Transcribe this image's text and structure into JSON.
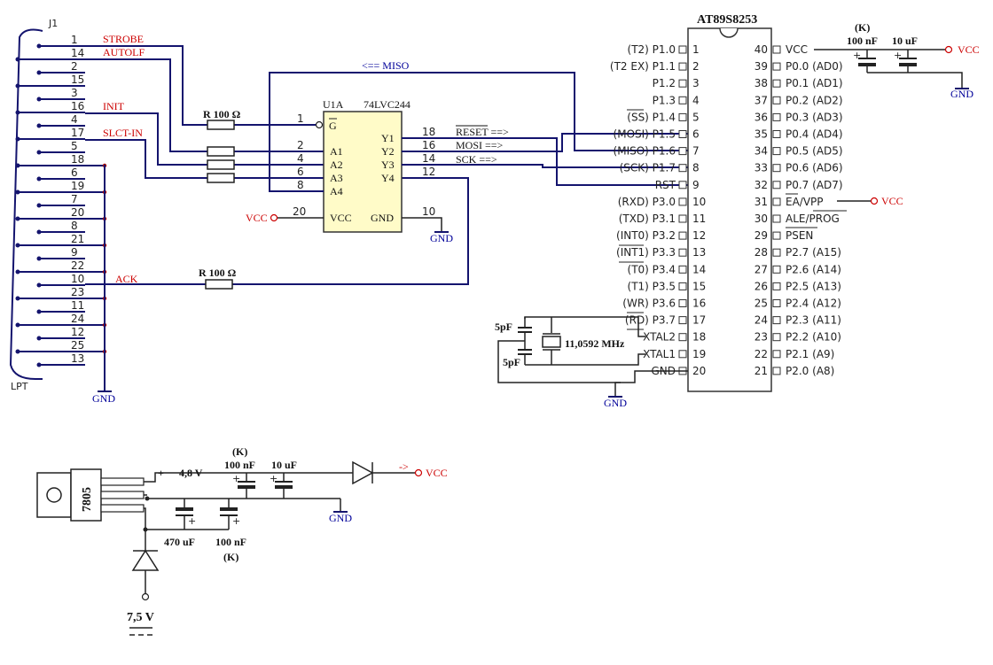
{
  "lpt": {
    "designator": "J1",
    "name": "LPT",
    "pins_left": [
      "1",
      "14",
      "2",
      "15",
      "3",
      "16",
      "4",
      "17",
      "5",
      "18",
      "6",
      "19",
      "7",
      "20",
      "8",
      "21",
      "9",
      "22",
      "10",
      "23",
      "11",
      "24",
      "12",
      "25",
      "13"
    ],
    "signals": {
      "strobe": "STROBE",
      "autolf": "AUTOLF",
      "init": "INIT",
      "slctin": "SLCT-IN",
      "ack": "ACK"
    }
  },
  "buffer": {
    "designator": "U1A",
    "part": "74LVC244",
    "gate": "G",
    "inputs": [
      "A1",
      "A2",
      "A3",
      "A4"
    ],
    "outputs": [
      "Y1",
      "Y2",
      "Y3",
      "Y4"
    ],
    "vcc": "VCC",
    "gnd": "GND",
    "pin_nums": {
      "g": "1",
      "a1": "2",
      "a2": "4",
      "a3": "6",
      "a4": "8",
      "vcc": "20",
      "gnd": "10",
      "y1": "18",
      "y2": "16",
      "y3": "14",
      "y4": "12"
    }
  },
  "resistors": {
    "r1": "R 100 Ω",
    "r2": "R 100 Ω"
  },
  "nets": {
    "miso": "<== MISO",
    "reset": "RESET ==>",
    "mosi": "MOSI ==>",
    "sck": "SCK ==>",
    "vcc": "VCC",
    "gnd": "GND"
  },
  "mcu": {
    "name": "AT89S8253",
    "left_pins": [
      {
        "label": "(T2) P1.0",
        "num": "1"
      },
      {
        "label": "(T2 EX) P1.1",
        "num": "2"
      },
      {
        "label": "P1.2",
        "num": "3"
      },
      {
        "label": "P1.3",
        "num": "4"
      },
      {
        "label": "(SS) P1.4",
        "num": "5"
      },
      {
        "label": "(MOSI) P1.5",
        "num": "6"
      },
      {
        "label": "(MISO) P1.6",
        "num": "7"
      },
      {
        "label": "(SCK) P1.7",
        "num": "8"
      },
      {
        "label": "RST",
        "num": "9"
      },
      {
        "label": "(RXD) P3.0",
        "num": "10"
      },
      {
        "label": "(TXD) P3.1",
        "num": "11"
      },
      {
        "label": "(INT0) P3.2",
        "num": "12"
      },
      {
        "label": "(INT1) P3.3",
        "num": "13"
      },
      {
        "label": "(T0) P3.4",
        "num": "14"
      },
      {
        "label": "(T1) P3.5",
        "num": "15"
      },
      {
        "label": "(WR) P3.6",
        "num": "16"
      },
      {
        "label": "(RD) P3.7",
        "num": "17"
      },
      {
        "label": "XTAL2",
        "num": "18"
      },
      {
        "label": "XTAL1",
        "num": "19"
      },
      {
        "label": "GND",
        "num": "20"
      }
    ],
    "right_pins": [
      {
        "label": "VCC",
        "num": "40"
      },
      {
        "label": "P0.0 (AD0)",
        "num": "39"
      },
      {
        "label": "P0.1 (AD1)",
        "num": "38"
      },
      {
        "label": "P0.2 (AD2)",
        "num": "37"
      },
      {
        "label": "P0.3 (AD3)",
        "num": "36"
      },
      {
        "label": "P0.4 (AD4)",
        "num": "35"
      },
      {
        "label": "P0.5 (AD5)",
        "num": "34"
      },
      {
        "label": "P0.6 (AD6)",
        "num": "33"
      },
      {
        "label": "P0.7 (AD7)",
        "num": "32"
      },
      {
        "label": "EA/VPP",
        "num": "31"
      },
      {
        "label": "ALE/PROG",
        "num": "30"
      },
      {
        "label": "PSEN",
        "num": "29"
      },
      {
        "label": "P2.7 (A15)",
        "num": "28"
      },
      {
        "label": "P2.6 (A14)",
        "num": "27"
      },
      {
        "label": "P2.5 (A13)",
        "num": "26"
      },
      {
        "label": "P2.4 (A12)",
        "num": "25"
      },
      {
        "label": "P2.3 (A11)",
        "num": "24"
      },
      {
        "label": "P2.2 (A10)",
        "num": "23"
      },
      {
        "label": "P2.1 (A9)",
        "num": "22"
      },
      {
        "label": "P2.0 (A8)",
        "num": "21"
      }
    ]
  },
  "crystal": {
    "freq": "11,0592 MHz",
    "c1": "5pF",
    "c2": "5pF"
  },
  "decoupling": {
    "k": "(K)",
    "c1": "100 nF",
    "c2": "10 uF"
  },
  "psu": {
    "regulator": "7805",
    "plus": "+",
    "out_voltage": "4,8 V",
    "k_top": "(K)",
    "c_top1": "100 nF",
    "c_top2": "10 uF",
    "c_bot1": "470 uF",
    "c_bot2": "100 nF",
    "k_bot": "(K)",
    "in_voltage": "7,5 V",
    "arrow": "->"
  }
}
